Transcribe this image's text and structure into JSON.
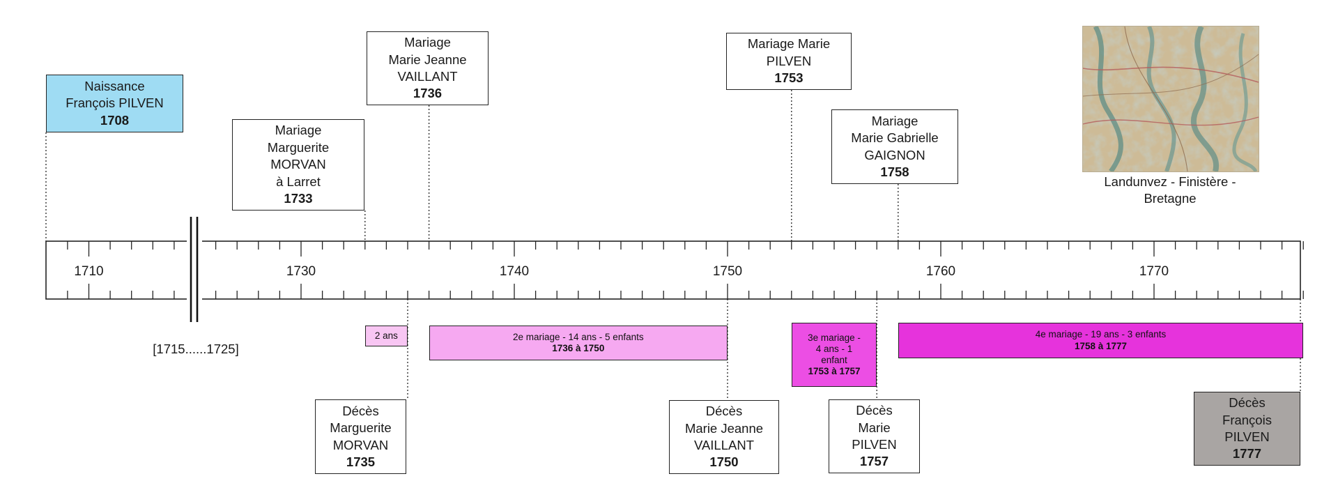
{
  "axis": {
    "tick_labels": [
      {
        "year": 1710,
        "label": "1710"
      },
      {
        "year": 1730,
        "label": "1730"
      },
      {
        "year": 1740,
        "label": "1740"
      },
      {
        "year": 1750,
        "label": "1750"
      },
      {
        "year": 1760,
        "label": "1760"
      },
      {
        "year": 1770,
        "label": "1770"
      }
    ],
    "minor_tick_years": [
      1709,
      1710,
      1711,
      1712,
      1713,
      1714,
      1725,
      1726,
      1727,
      1728,
      1729,
      1730,
      1731,
      1732,
      1733,
      1734,
      1735,
      1736,
      1737,
      1738,
      1739,
      1740,
      1741,
      1742,
      1743,
      1744,
      1745,
      1746,
      1747,
      1748,
      1749,
      1750,
      1751,
      1752,
      1753,
      1754,
      1755,
      1756,
      1757,
      1758,
      1759,
      1760,
      1761,
      1762,
      1763,
      1764,
      1765,
      1766,
      1767,
      1768,
      1769,
      1770,
      1771,
      1772,
      1773,
      1774,
      1775,
      1776,
      1777
    ],
    "break_range_label": "[1715......1725]"
  },
  "events_above": [
    {
      "id": "naissance",
      "lines": [
        "Naissance",
        "François PILVEN"
      ],
      "year_label": "1708",
      "year": 1708,
      "style": "blue"
    },
    {
      "id": "mariage-1",
      "lines": [
        "Mariage",
        "Marguerite",
        "MORVAN",
        "à Larret"
      ],
      "year_label": "1733",
      "year": 1733,
      "style": "plain"
    },
    {
      "id": "mariage-2",
      "lines": [
        "Mariage",
        "Marie Jeanne",
        "VAILLANT"
      ],
      "year_label": "1736",
      "year": 1736,
      "style": "plain"
    },
    {
      "id": "mariage-3",
      "lines": [
        "Mariage Marie",
        "PILVEN"
      ],
      "year_label": "1753",
      "year": 1753,
      "style": "plain"
    },
    {
      "id": "mariage-4",
      "lines": [
        "Mariage",
        "Marie Gabrielle",
        "GAIGNON"
      ],
      "year_label": "1758",
      "year": 1758,
      "style": "plain"
    }
  ],
  "events_below": [
    {
      "id": "deces-1",
      "lines": [
        "Décès",
        "Marguerite",
        "MORVAN"
      ],
      "year_label": "1735",
      "year": 1735,
      "style": "plain"
    },
    {
      "id": "deces-2",
      "lines": [
        "Décès",
        "Marie Jeanne",
        "VAILLANT"
      ],
      "year_label": "1750",
      "year": 1750,
      "style": "plain"
    },
    {
      "id": "deces-3",
      "lines": [
        "Décès",
        "Marie",
        "PILVEN"
      ],
      "year_label": "1757",
      "year": 1757,
      "style": "plain"
    },
    {
      "id": "deces-francois",
      "lines": [
        "Décès",
        "François",
        "PILVEN"
      ],
      "year_label": "1777",
      "year": 1777,
      "style": "gray"
    }
  ],
  "periods": [
    {
      "id": "period-1",
      "start": 1733,
      "end": 1735,
      "lines": [
        "2 ans"
      ],
      "bold": "",
      "color": "#f8c6f3"
    },
    {
      "id": "period-2",
      "start": 1736,
      "end": 1750,
      "lines": [
        "2e mariage - 14 ans - 5 enfants"
      ],
      "bold": "1736 à 1750",
      "color": "#f6a9f1"
    },
    {
      "id": "period-3",
      "start": 1753,
      "end": 1757,
      "lines": [
        "3e mariage -",
        "4 ans - 1",
        "enfant"
      ],
      "bold": "1753 à 1757",
      "color": "#ec4ee4"
    },
    {
      "id": "period-4",
      "start": 1758,
      "end": 1777,
      "lines": [
        "4e mariage - 19 ans - 3 enfants"
      ],
      "bold": "1758 à 1777",
      "color": "#e633dc"
    }
  ],
  "map": {
    "caption_lines": [
      "Landunvez - Finistère -",
      "Bretagne"
    ]
  },
  "colors": {
    "line": "#222222",
    "blue_box": "#9fdcf3",
    "gray_box": "#a9a5a3"
  }
}
